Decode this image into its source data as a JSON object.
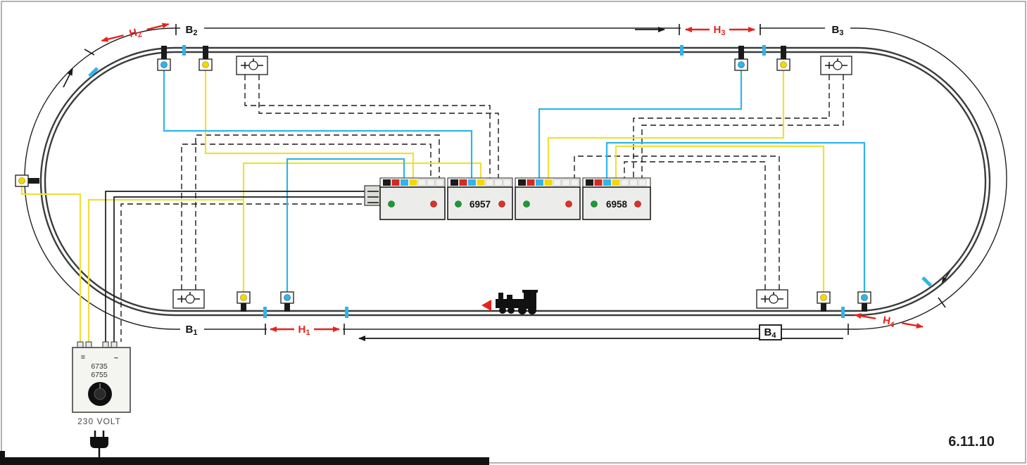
{
  "figure": {
    "number": "6.11.10"
  },
  "sections": {
    "blocks": [
      {
        "letter": "B",
        "sub": "1"
      },
      {
        "letter": "B",
        "sub": "2"
      },
      {
        "letter": "B",
        "sub": "3"
      },
      {
        "letter": "B",
        "sub": "4"
      }
    ],
    "stops": [
      {
        "letter": "H",
        "sub": "1"
      },
      {
        "letter": "H",
        "sub": "2"
      },
      {
        "letter": "H",
        "sub": "3"
      },
      {
        "letter": "H",
        "sub": "4"
      }
    ]
  },
  "modules": [
    {
      "number": ""
    },
    {
      "number": "6957"
    },
    {
      "number": ""
    },
    {
      "number": "6958"
    }
  ],
  "transformer": {
    "dc_symbol": "=",
    "ac_symbol": "~",
    "models": [
      "6735",
      "6755"
    ],
    "mains": "230 VOLT"
  },
  "colors": {
    "wire_yellow": "#f0df3a",
    "wire_blue": "#2fb5e9",
    "wire_black": "#1a1a1a",
    "label_red": "#e5231e",
    "track_dark": "#3a3e3a",
    "terminal_colors": [
      "#1a1a1a",
      "#d42a22",
      "#2fb5e9",
      "#f5d800",
      "#f2f2ef"
    ]
  }
}
